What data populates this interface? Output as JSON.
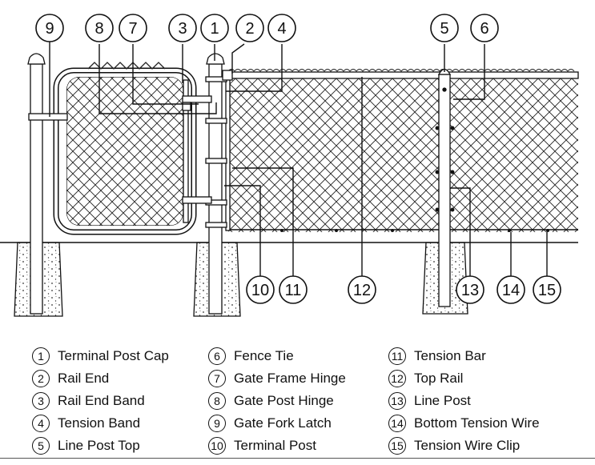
{
  "callouts": [
    "9",
    "8",
    "7",
    "3",
    "1",
    "2",
    "4",
    "5",
    "6",
    "10",
    "11",
    "12",
    "13",
    "14",
    "15"
  ],
  "legend": [
    {
      "num": "1",
      "label": "Terminal Post Cap"
    },
    {
      "num": "2",
      "label": "Rail End"
    },
    {
      "num": "3",
      "label": "Rail End Band"
    },
    {
      "num": "4",
      "label": "Tension Band"
    },
    {
      "num": "5",
      "label": "Line Post Top"
    },
    {
      "num": "6",
      "label": "Fence Tie"
    },
    {
      "num": "7",
      "label": "Gate Frame Hinge"
    },
    {
      "num": "8",
      "label": "Gate Post Hinge"
    },
    {
      "num": "9",
      "label": "Gate Fork Latch"
    },
    {
      "num": "10",
      "label": "Terminal Post"
    },
    {
      "num": "11",
      "label": "Tension Bar"
    },
    {
      "num": "12",
      "label": "Top Rail"
    },
    {
      "num": "13",
      "label": "Line Post"
    },
    {
      "num": "14",
      "label": "Bottom Tension Wire"
    },
    {
      "num": "15",
      "label": "Tension Wire Clip"
    }
  ],
  "colors": {
    "ink": "#111111",
    "concrete": "#f4f4f4"
  }
}
